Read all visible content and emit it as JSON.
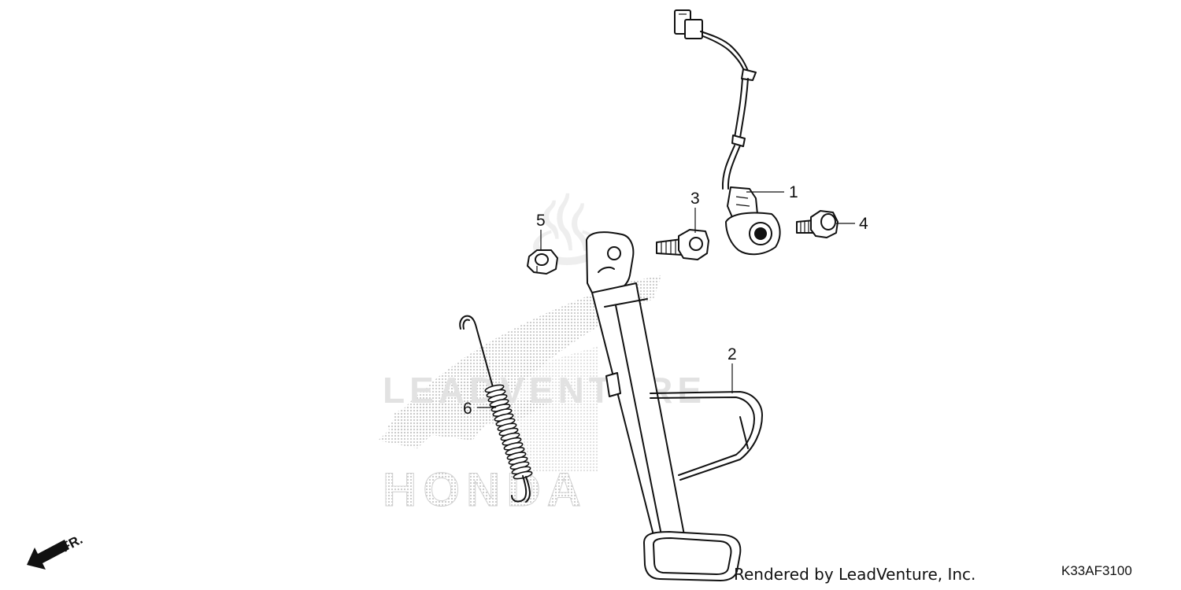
{
  "callouts": [
    {
      "id": 1,
      "label": "1"
    },
    {
      "id": 2,
      "label": "2"
    },
    {
      "id": 3,
      "label": "3"
    },
    {
      "id": 4,
      "label": "4"
    },
    {
      "id": 5,
      "label": "5"
    },
    {
      "id": 6,
      "label": "6"
    }
  ],
  "direction_label": "FR.",
  "watermark": {
    "word": "HONDA"
  },
  "footer": {
    "credit": "Rendered by LeadVenture, Inc.",
    "diagram_code": "K33AF3100"
  },
  "colors": {
    "line": "#111111",
    "watermark": "#d6d6d6",
    "background": "#ffffff"
  }
}
